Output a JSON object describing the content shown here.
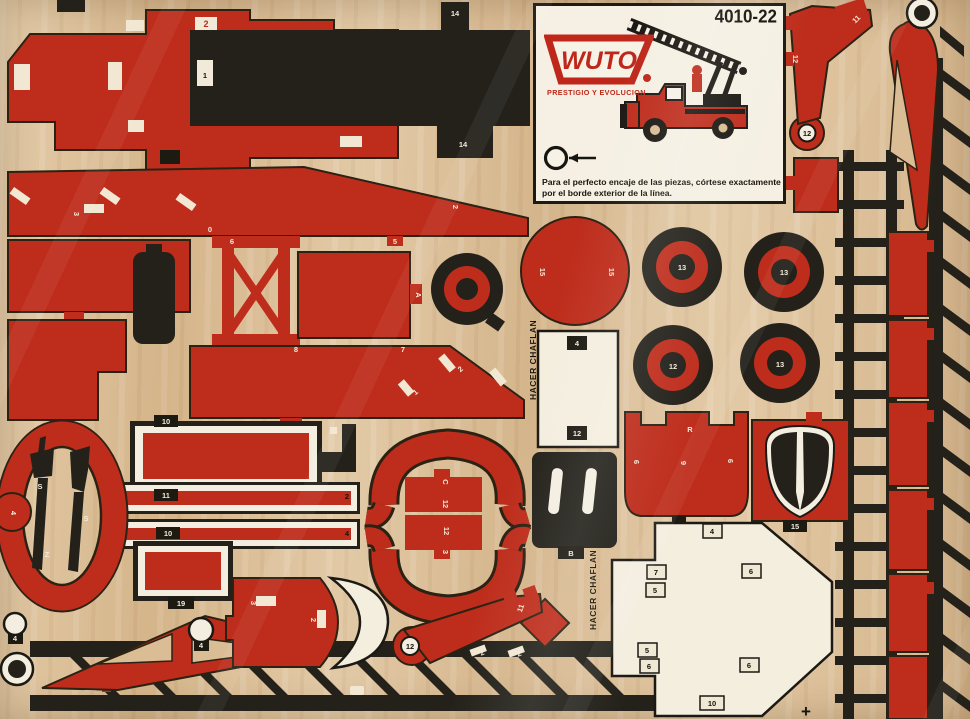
{
  "sheet": {
    "info_card": {
      "model_number": "4010-22",
      "brand": "WUTO",
      "tagline": "PRESTIGIO Y EVOLUCION",
      "instructions": "Para el perfecto encaje de las piezas, córtese exactamente por el borde exterior de la línea."
    },
    "notes": {
      "bevel_1": "HACER CHAFLAN",
      "bevel_2": "HACER CHAFLAN",
      "registration_mark": "+"
    },
    "colors": {
      "piece_red": "#be2d1c",
      "piece_black": "#23211a",
      "board_wood": "#dabd95",
      "piece_white": "#f4eedf"
    },
    "piece_labels": [
      "1",
      "14",
      "14",
      "2",
      "2",
      "3",
      "6",
      "5",
      "A",
      "8",
      "7",
      "2",
      "1",
      "0",
      "15",
      "15",
      "13",
      "13",
      "12",
      "13",
      "4",
      "12",
      "R",
      "6",
      "9",
      "6",
      "15",
      "S",
      "S",
      "Z",
      "4",
      "10",
      "11",
      "2",
      "10",
      "4",
      "19",
      "C",
      "12",
      "12",
      "3",
      "3",
      "2",
      "12",
      "11",
      "2",
      "2",
      "11",
      "12",
      "12",
      "B",
      "4",
      "7",
      "5",
      "6",
      "5",
      "6",
      "6",
      "10",
      "4",
      "4"
    ]
  }
}
